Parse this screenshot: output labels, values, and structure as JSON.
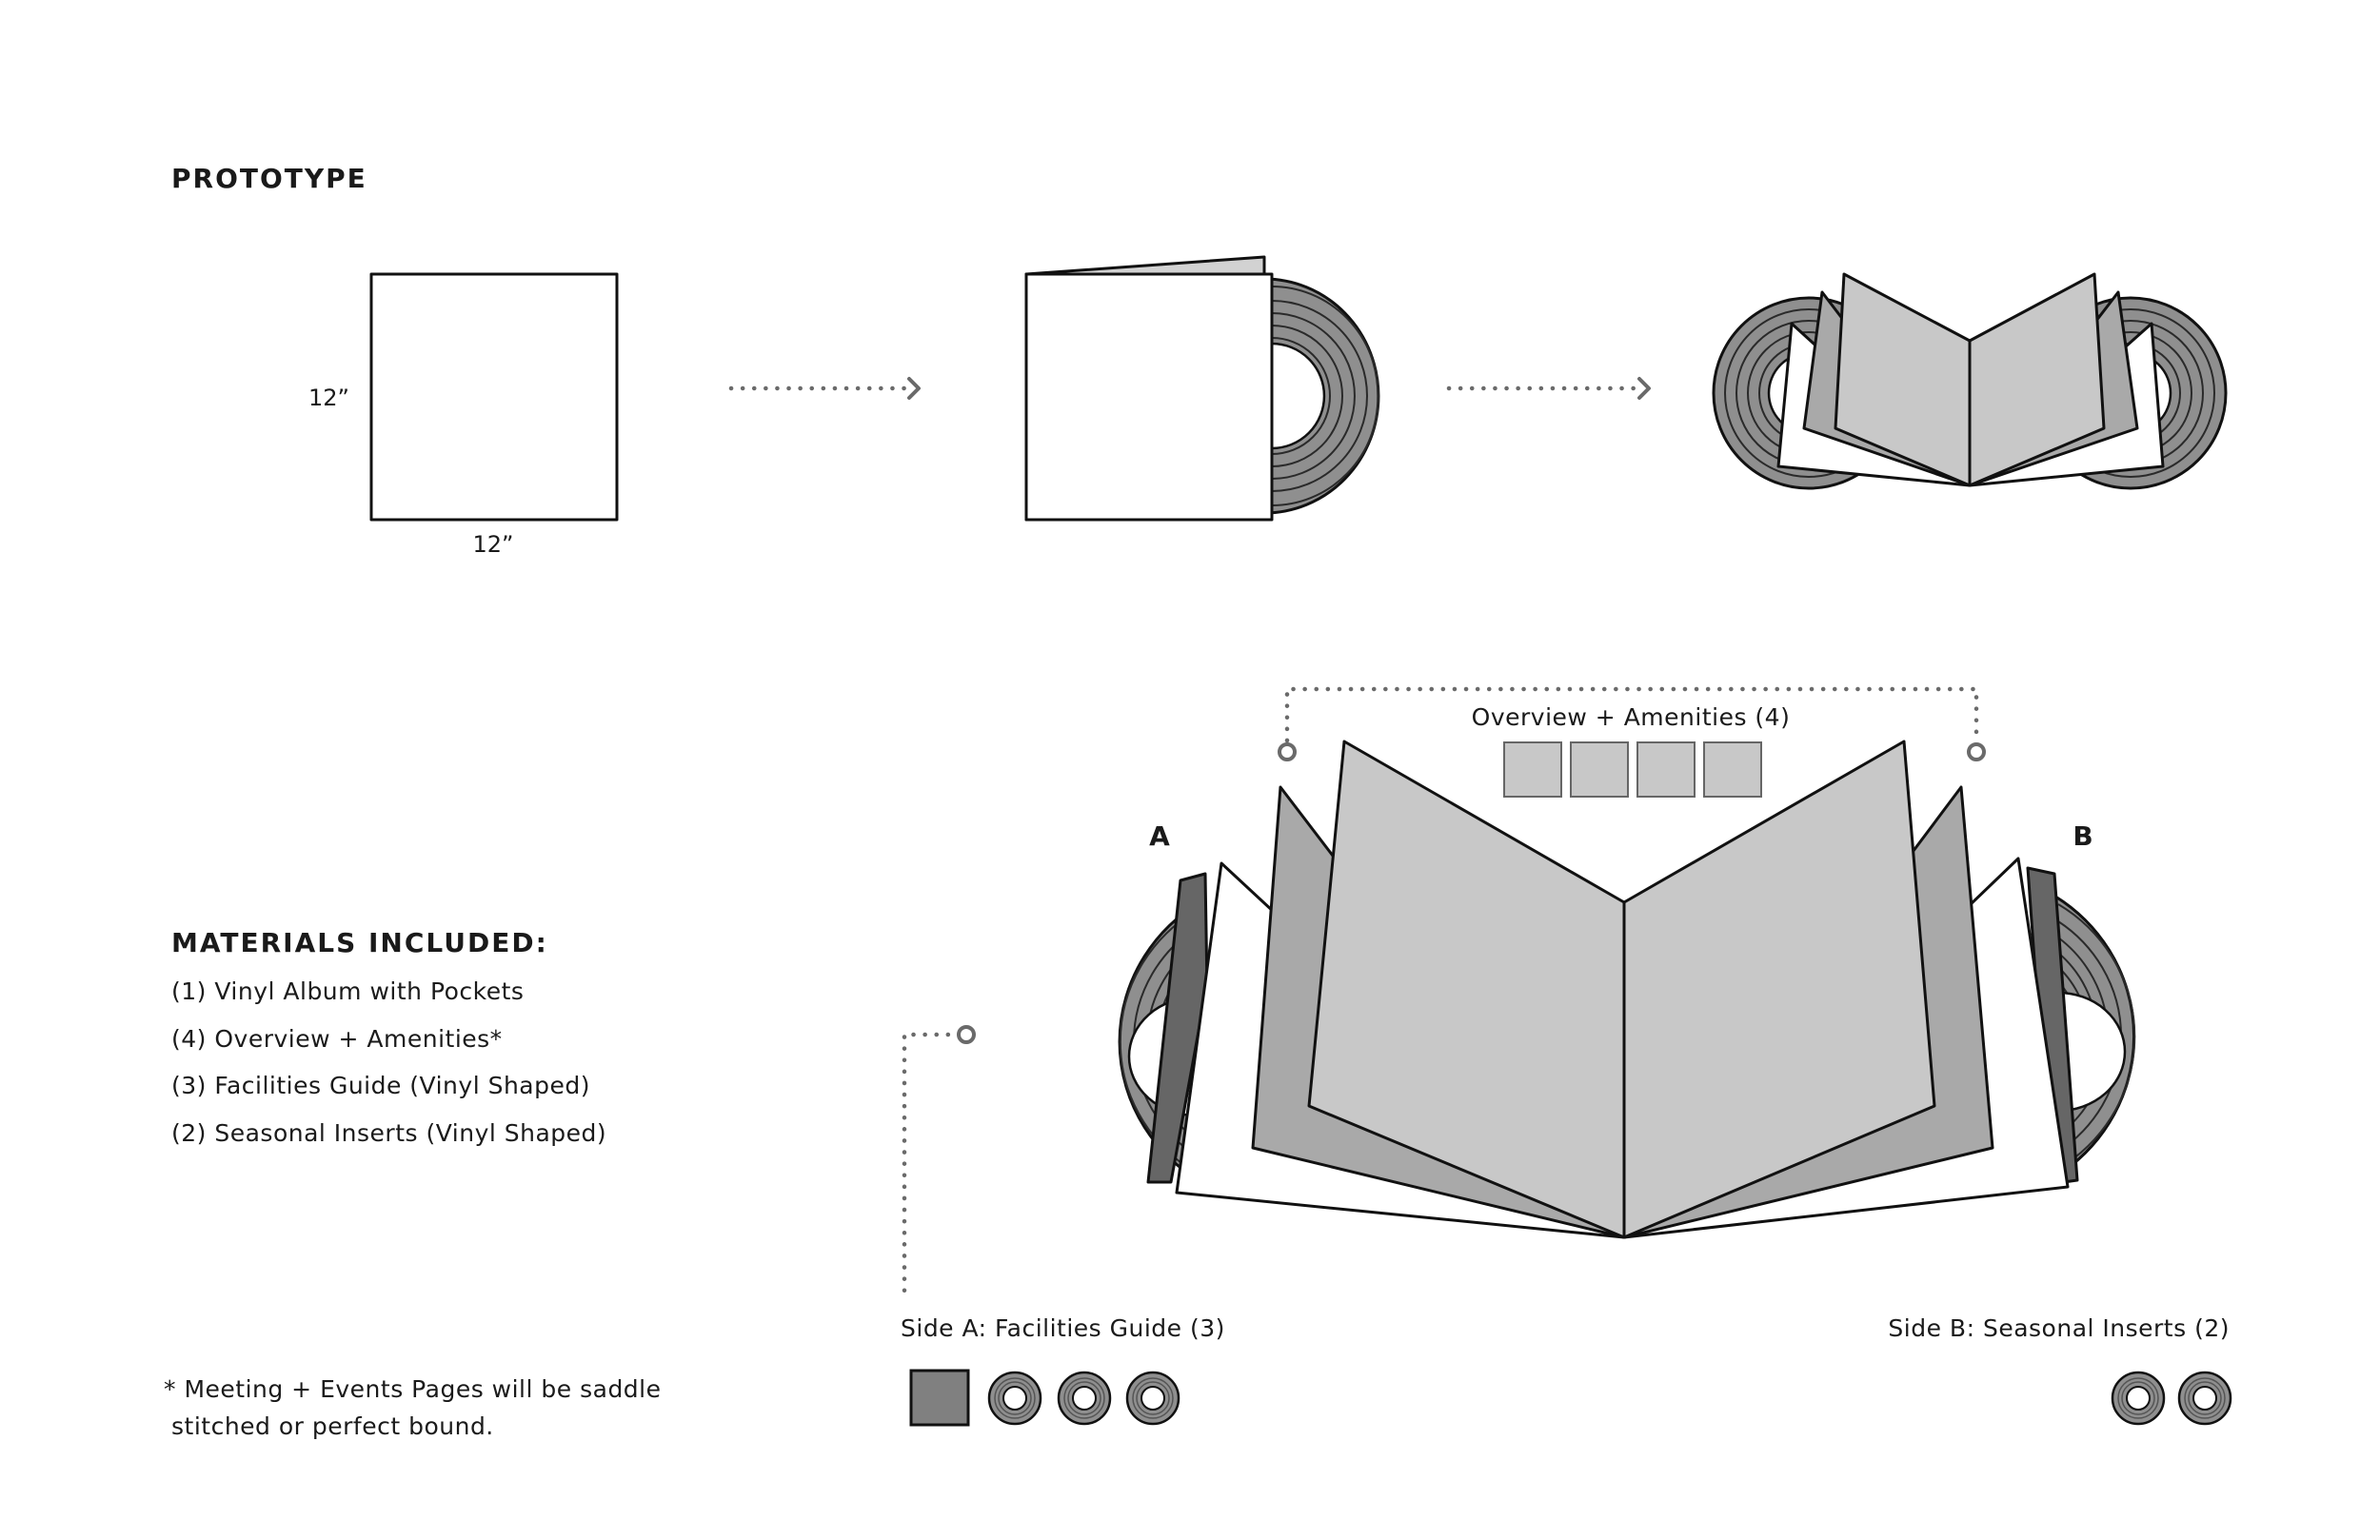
{
  "header": {
    "title": "PROTOTYPE"
  },
  "prototype": {
    "dim_height": "12”",
    "dim_width": "12”"
  },
  "materials": {
    "heading": "MATERIALS INCLUDED:",
    "items": [
      "(1) Vinyl Album with Pockets",
      "(4) Overview + Amenities*",
      "(3) Facilities Guide (Vinyl Shaped)",
      "(2) Seasonal Inserts (Vinyl Shaped)"
    ]
  },
  "footnote": {
    "line1": "* Meeting + Events Pages will be saddle",
    "line2": "stitched or perfect bound."
  },
  "diagram": {
    "overview_label": "Overview + Amenities (4)",
    "overview_count": 4,
    "side_a_marker": "A",
    "side_b_marker": "B",
    "side_a_label": "Side A: Facilities Guide (3)",
    "side_a_disc_count": 3,
    "side_b_label": "Side B: Seasonal Inserts (2)",
    "side_b_disc_count": 2
  },
  "colors": {
    "light_gray": "#c8c8c8",
    "mid_gray": "#a9a9a9",
    "dark_gray": "#666666",
    "record_gray": "#8f8f8f",
    "dots_gray": "#6a6a6a"
  }
}
